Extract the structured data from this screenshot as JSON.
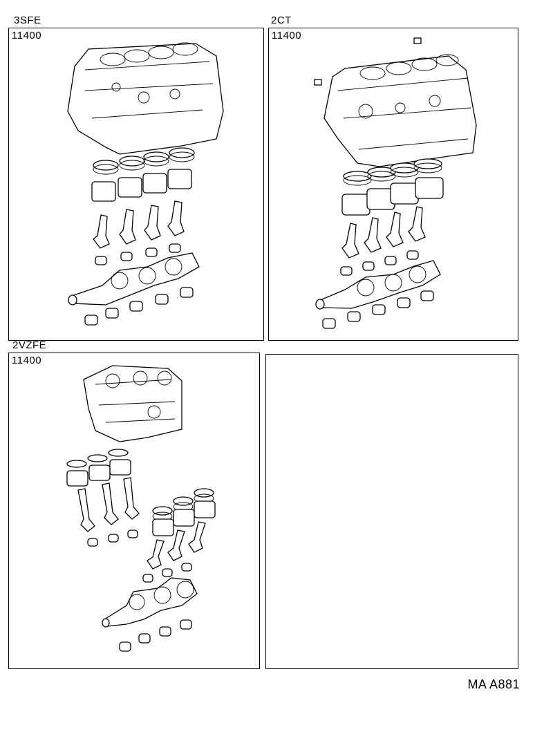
{
  "panels": [
    {
      "engine": "3SFE",
      "part_code": "11400"
    },
    {
      "engine": "2CT",
      "part_code": "11400"
    },
    {
      "engine": "2VZFE",
      "part_code": "11400"
    },
    {
      "engine": "",
      "part_code": ""
    }
  ],
  "page_code": "MA A881",
  "colors": {
    "line": "#000000",
    "background": "#ffffff"
  }
}
